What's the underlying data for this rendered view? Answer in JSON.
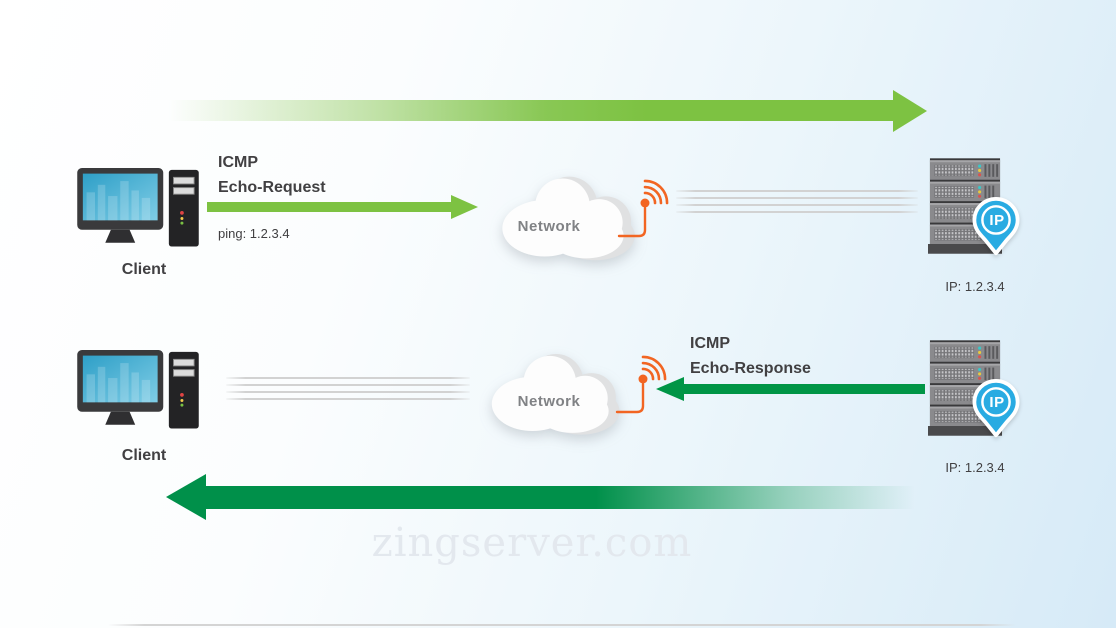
{
  "diagram": {
    "watermark": "zingserver.com",
    "request": {
      "protocol": "ICMP",
      "message_type": "Echo-Request",
      "command": "ping: 1.2.3.4",
      "client_label": "Client",
      "network_label": "Network",
      "server_ip_label": "IP: 1.2.3.4",
      "server_pin": "IP"
    },
    "response": {
      "protocol": "ICMP",
      "message_type": "Echo-Response",
      "client_label": "Client",
      "network_label": "Network",
      "server_ip_label": "IP: 1.2.3.4",
      "server_pin": "IP"
    },
    "colors": {
      "request_arrow_green": "#7DC242",
      "response_arrow_green": "#009546",
      "bottom_arrow_green": "#00904A",
      "antenna_orange": "#F26522",
      "pin_blue": "#29ABE2",
      "label_dark": "#414042",
      "network_gray": "#808285",
      "background_blue": "#D6EAF7"
    }
  }
}
